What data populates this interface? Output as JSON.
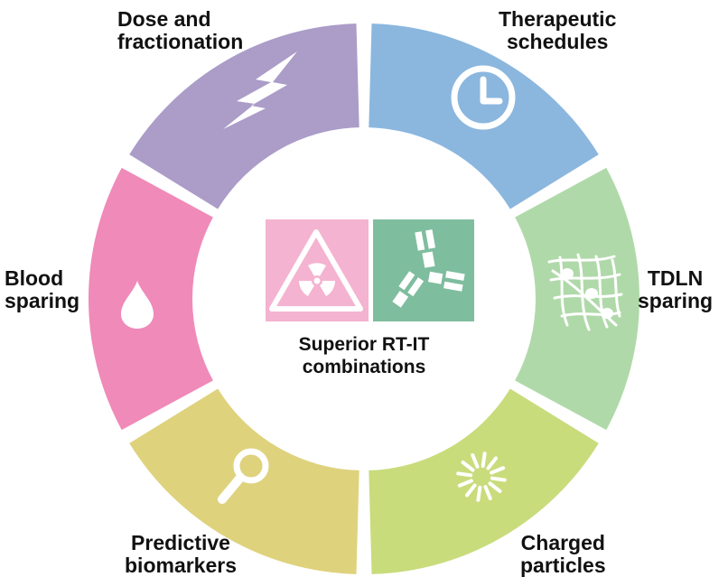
{
  "center": {
    "line1": "Superior RT-IT",
    "line2": "combinations",
    "radiation_tile_color": "#f4b3d0",
    "antibody_tile_color": "#7fbd9f",
    "radiation_icon": "radiation-warning-icon",
    "antibody_icon": "antibody-icon"
  },
  "segments": [
    {
      "id": "dose",
      "line1": "Dose and",
      "line2": "fractionation",
      "color": "#ef8ab9",
      "icon": "lightning-icon"
    },
    {
      "id": "schedules",
      "line1": "Therapeutic",
      "line2": "schedules",
      "color": "#ab9cc8",
      "icon": "clock-icon"
    },
    {
      "id": "tdln",
      "line1": "TDLN",
      "line2": "sparing",
      "color": "#8bb7de",
      "icon": "lymph-node-network-icon"
    },
    {
      "id": "charged",
      "line1": "Charged",
      "line2": "particles",
      "color": "#b0d9a9",
      "icon": "particle-burst-icon"
    },
    {
      "id": "biomarkers",
      "line1": "Predictive",
      "line2": "biomarkers",
      "color": "#c8dc7c",
      "icon": "magnifier-icon"
    },
    {
      "id": "blood",
      "line1": "Blood",
      "line2": "sparing",
      "color": "#dfd27d",
      "icon": "blood-drop-icon"
    }
  ]
}
